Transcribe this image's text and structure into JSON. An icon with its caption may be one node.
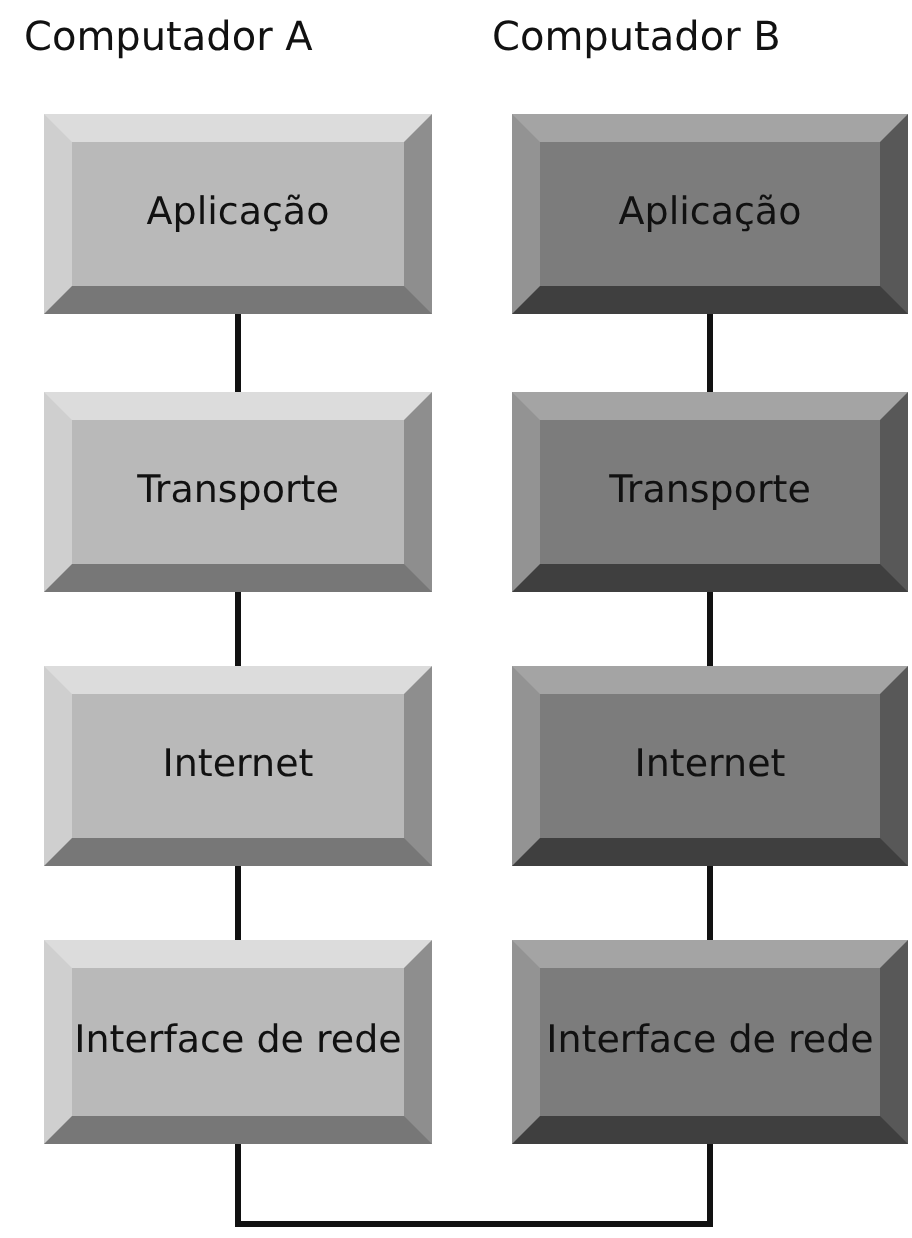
{
  "diagram": {
    "nodes": [
      {
        "text": [
          "Aplicação"
        ]
      },
      {
        "text": [
          "Aplicação"
        ]
      },
      {
        "text": [
          "Transporte"
        ]
      },
      {
        "text": [
          "Transporte"
        ]
      },
      {
        "text": [
          "Internet"
        ]
      },
      {
        "text": [
          "Internet"
        ]
      },
      {
        "text": [
          "Interface de rede"
        ]
      },
      {
        "text": [
          "Interface de rede"
        ]
      }
    ],
    "edges": [
      {
        "from": 0,
        "to": 2,
        "arrow": "none"
      },
      {
        "from": 2,
        "to": 4,
        "arrow": "none"
      },
      {
        "from": 4,
        "to": 6,
        "arrow": "none"
      },
      {
        "from": 1,
        "to": 3,
        "arrow": "none"
      },
      {
        "from": 3,
        "to": 5,
        "arrow": "none"
      },
      {
        "from": 5,
        "to": 7,
        "arrow": "none"
      },
      {
        "from": 6,
        "to": 7,
        "arrow": "none"
      }
    ],
    "labels": [
      "Computador A",
      "Computador B"
    ]
  }
}
